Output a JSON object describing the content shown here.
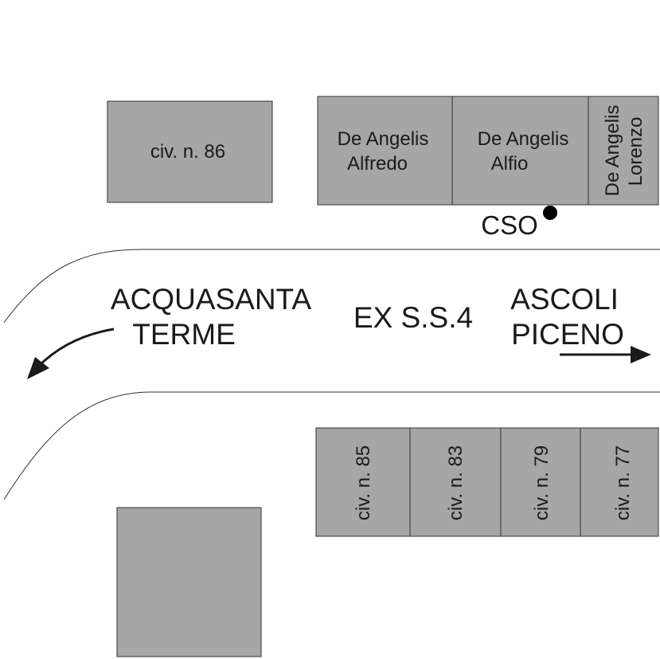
{
  "buildings_north": {
    "civ86": "civ. n. 86",
    "alfredo": [
      "De Angelis",
      "Alfredo"
    ],
    "alfio": [
      "De Angelis",
      "Alfio"
    ],
    "lorenzo": [
      "De Angelis",
      "Lorenzo"
    ]
  },
  "buildings_south": [
    "civ. n. 85",
    "civ. n. 83",
    "civ. n. 79",
    "civ. n. 77"
  ],
  "marker": {
    "label": "CSO"
  },
  "road": {
    "name": "EX S.S.4",
    "west_direction": [
      "ACQUASANTA",
      "TERME"
    ],
    "east_direction": [
      "ASCOLI",
      "PICENO"
    ]
  },
  "colors": {
    "building": "#a6a6a6",
    "outline": "#333333",
    "text": "#1a1a1a"
  }
}
